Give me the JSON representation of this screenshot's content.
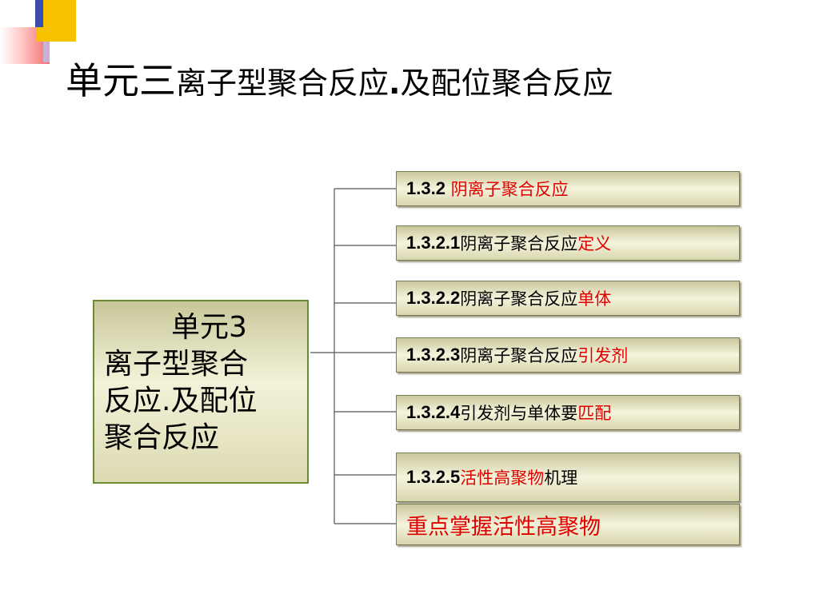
{
  "title": {
    "part1": "单元三",
    "part2": "离子型聚合反应",
    "part3": ".",
    "part4": "及配位聚合反应"
  },
  "center": {
    "line1": "单元3",
    "line2": "离子型聚合",
    "line3": "反应.及配位",
    "line4": "聚合反应"
  },
  "items": [
    {
      "num": "1.3.2 ",
      "text_black": "",
      "text_red": "阴离子聚合反应",
      "text_after": ""
    },
    {
      "num": "1.3.2.1",
      "text_black": "阴离子聚合反应",
      "text_red": "定义",
      "text_after": ""
    },
    {
      "num": "1.3.2.2",
      "text_black": "阴离子聚合反应",
      "text_red": "单体",
      "text_after": ""
    },
    {
      "num": "1.3.2.3",
      "text_black": "阴离子聚合反应",
      "text_red": "引发剂",
      "text_after": ""
    },
    {
      "num": "1.3.2.4",
      "text_black": "引发剂与单体要",
      "text_red": "匹配",
      "text_after": ""
    },
    {
      "num": "1.3.2.5",
      "text_black": "",
      "text_red": "活性高聚物",
      "text_after": "机理"
    }
  ],
  "highlight": "重点掌握活性高聚物",
  "colors": {
    "accent_red": "#e00000",
    "box_border": "#6a8a34",
    "deco_yellow": "#f6c200",
    "deco_blue": "#3a4db0"
  }
}
